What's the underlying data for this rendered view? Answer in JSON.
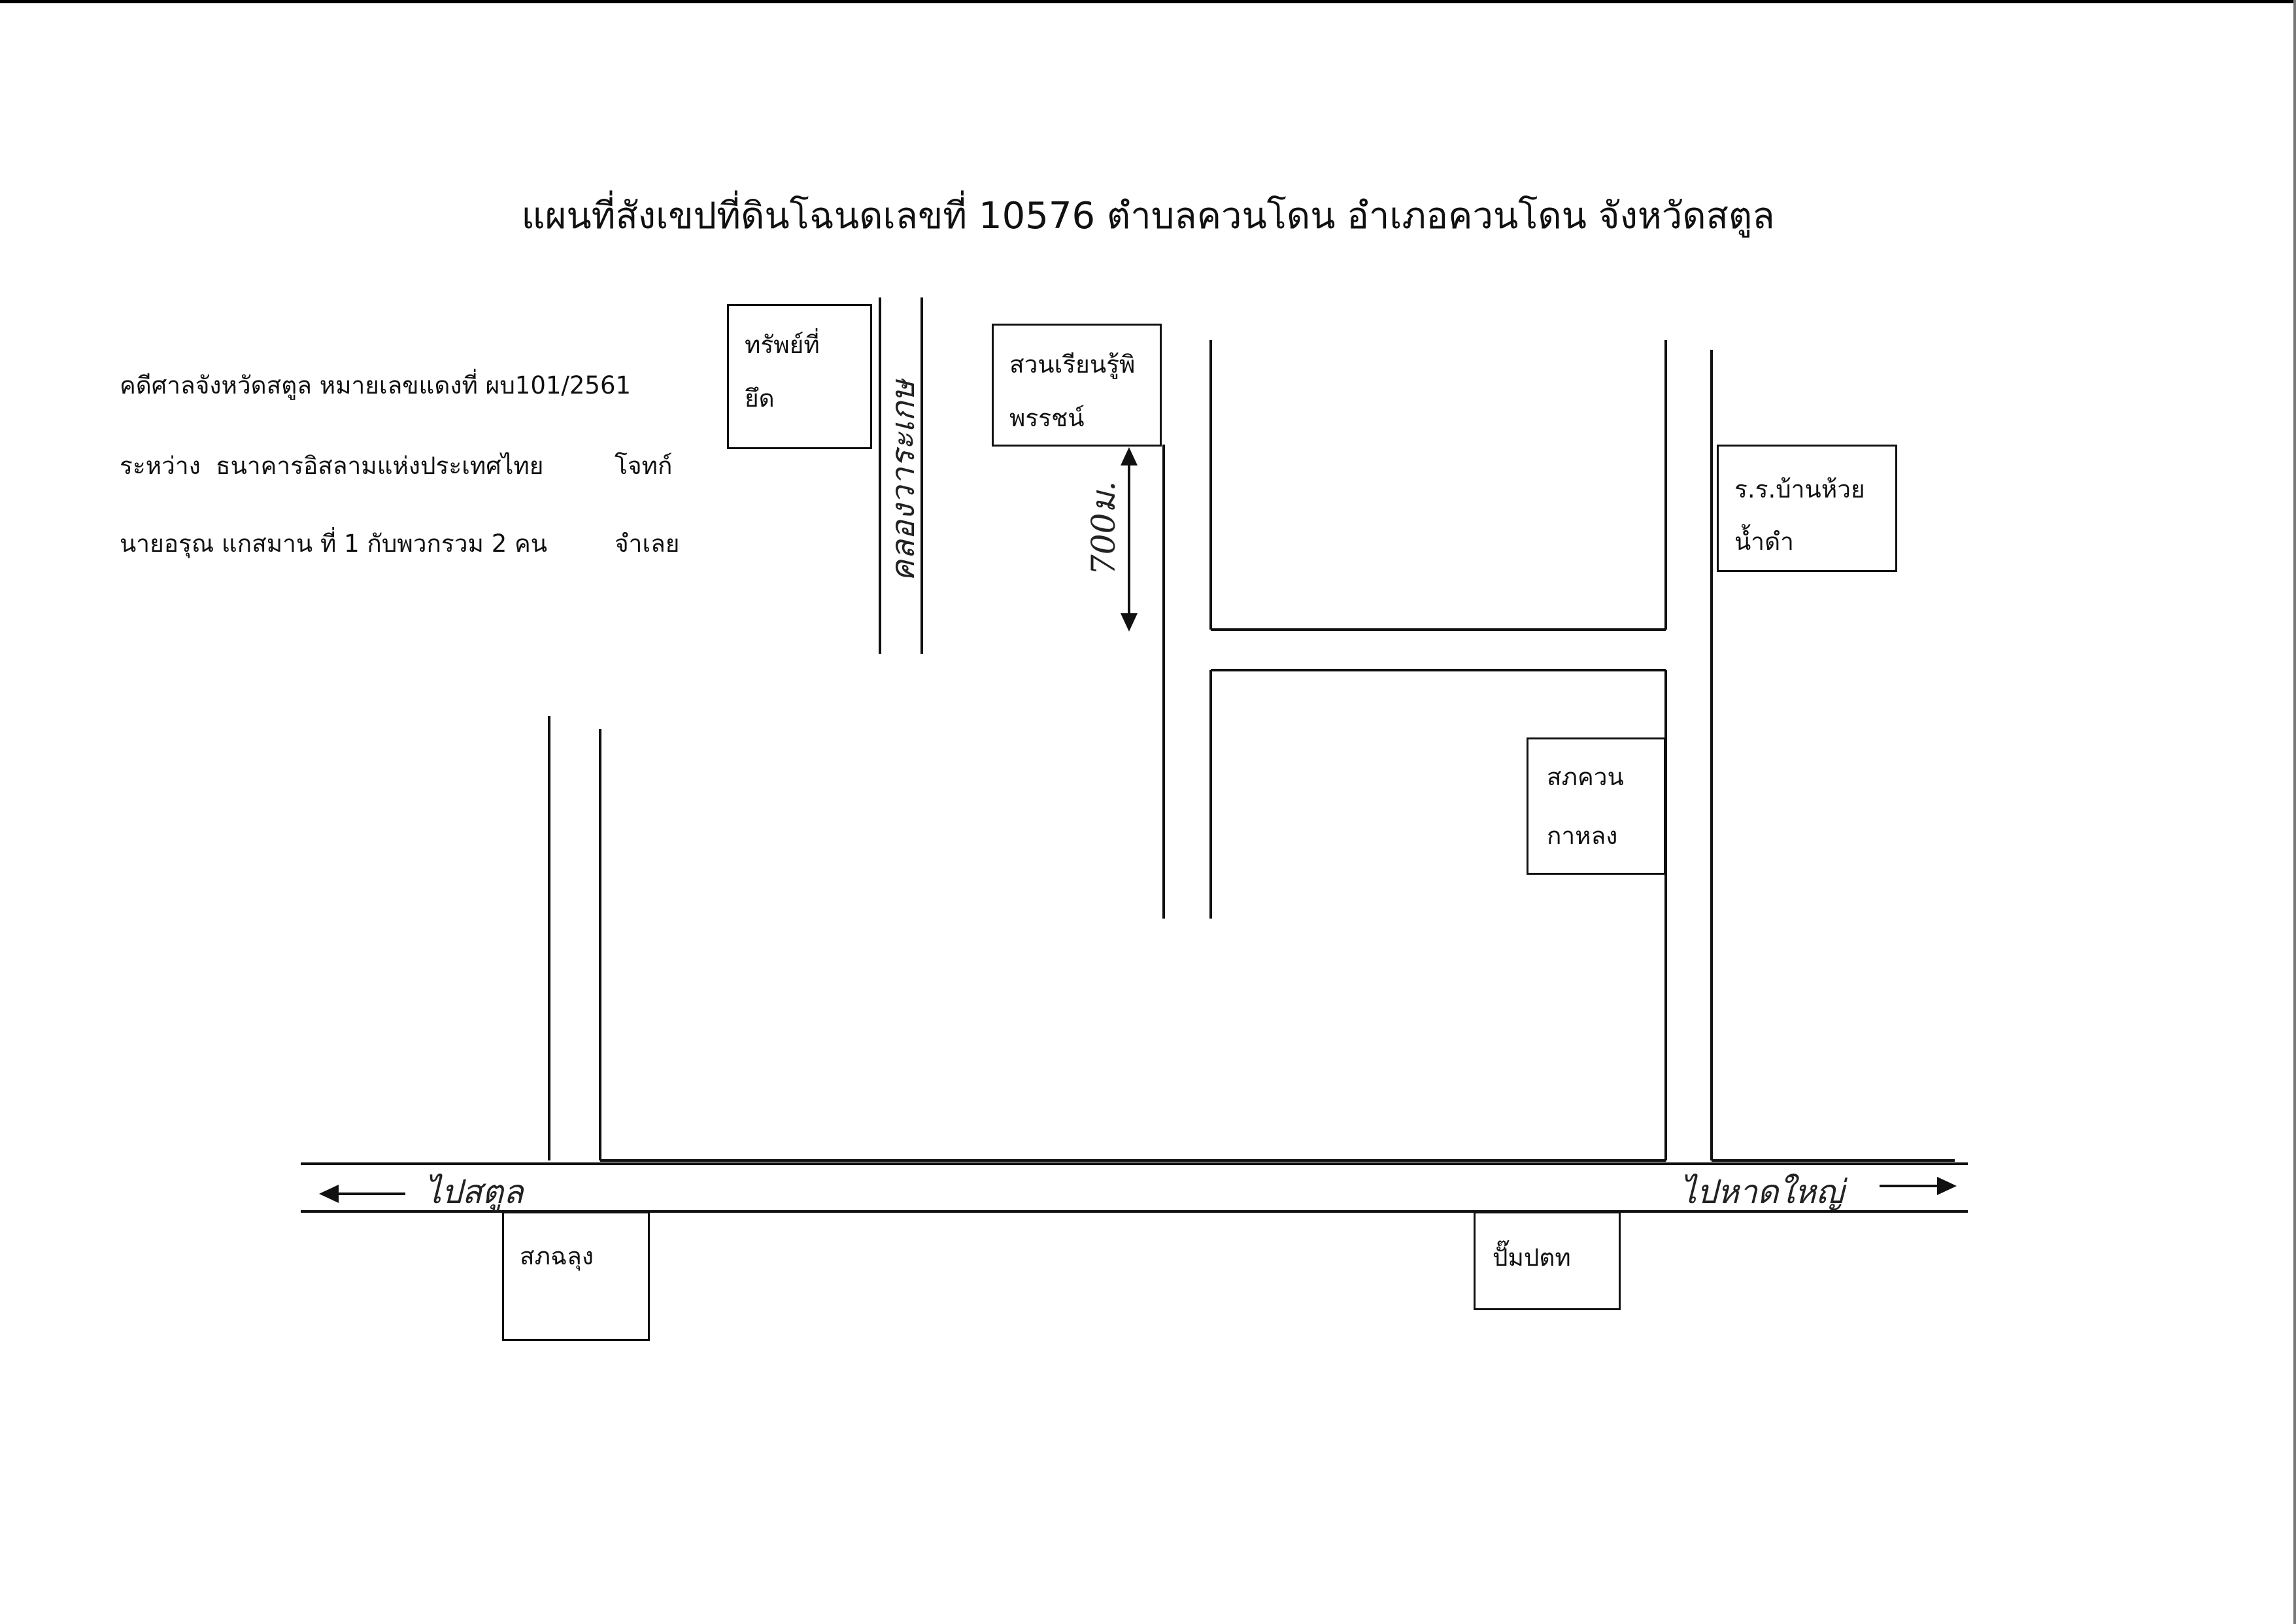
{
  "title": "แผนที่สังเขปที่ดินโฉนดเลขที่ 10576 ตำบลควนโดน อำเภอควนโดน จังหวัดสตูล",
  "case_info": {
    "court_case": "คดีศาลจังหวัดสตูล หมายเลขแดงที่ ผบ101/2561",
    "between_label": "ระหว่าง",
    "plaintiff_name": "ธนาคารอิสลามแห่งประเทศไทย",
    "plaintiff_role": "โจทก์",
    "defendant_name": "นายอรุณ แกสมาน ที่ 1 กับพวกรวม 2 คน",
    "defendant_role": "จำเลย"
  },
  "places": {
    "seized_property": [
      "ทรัพย์ที่",
      "ยึด"
    ],
    "school_garden": [
      "สวนเรียนรู้พิ",
      "พรรชน์"
    ],
    "school": [
      "ร.ร.บ้านห้วย",
      "น้ำดำ"
    ],
    "coop_kuan": [
      "สภควน",
      "กาหลง"
    ],
    "coop_chalung": "สภฉลุง",
    "gas_station": "ปั๊มปตท"
  },
  "handwritten": {
    "canal": "คลองวาระเกษ",
    "distance": "700ม.",
    "to_left": "ไปสตูล",
    "to_right": "ไปหาดใหญ่"
  }
}
